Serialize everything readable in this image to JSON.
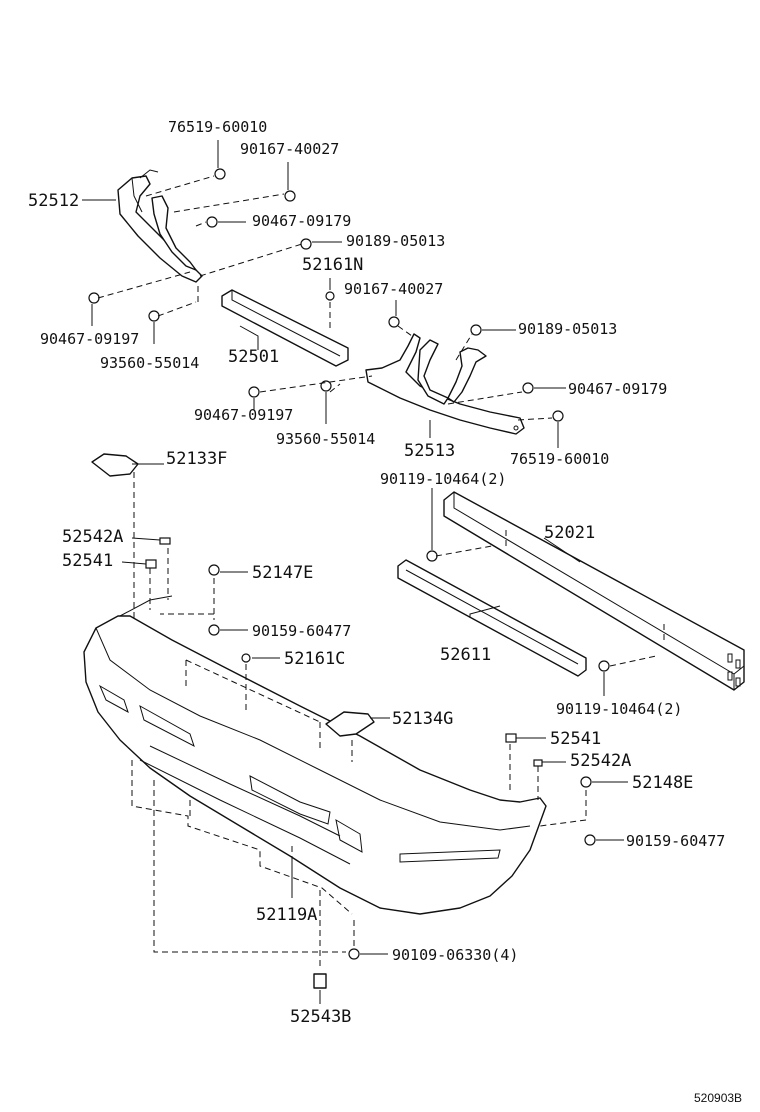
{
  "diagram_code": "520903B",
  "labels": {
    "p52512": "52512",
    "p76519_top": "76519-60010",
    "p90167_top": "90167-40027",
    "p90467_09179_top": "90467-09179",
    "p90189_top": "90189-05013",
    "p52161N": "52161N",
    "p90167_mid": "90167-40027",
    "p90189_mid": "90189-05013",
    "p90467_09197_left": "90467-09197",
    "p93560_left": "93560-55014",
    "p52501": "52501",
    "p90467_09179_right": "90467-09179",
    "p90467_09197_mid": "90467-09197",
    "p93560_mid": "93560-55014",
    "p52513": "52513",
    "p76519_right": "76519-60010",
    "p52133F": "52133F",
    "p90119_top": "90119-10464(2)",
    "p52021": "52021",
    "p52542A_left": "52542A",
    "p52541_left": "52541",
    "p52147E": "52147E",
    "p90159_left": "90159-60477",
    "p52611": "52611",
    "p52161C": "52161C",
    "p90119_bottom": "90119-10464(2)",
    "p52134G": "52134G",
    "p52541_right": "52541",
    "p52542A_right": "52542A",
    "p52148E": "52148E",
    "p90159_right": "90159-60477",
    "p52119A": "52119A",
    "p90109": "90109-06330(4)",
    "p52543B": "52543B"
  },
  "parts": [
    "left-bumper-arm-bracket",
    "right-bumper-arm-bracket",
    "bumper-reinforcement-support",
    "bumper-reinforcement",
    "bumper-absorber",
    "front-bumper-cover",
    "bumper-side-retainer-left",
    "bumper-side-retainer-right",
    "bumper-pad"
  ]
}
